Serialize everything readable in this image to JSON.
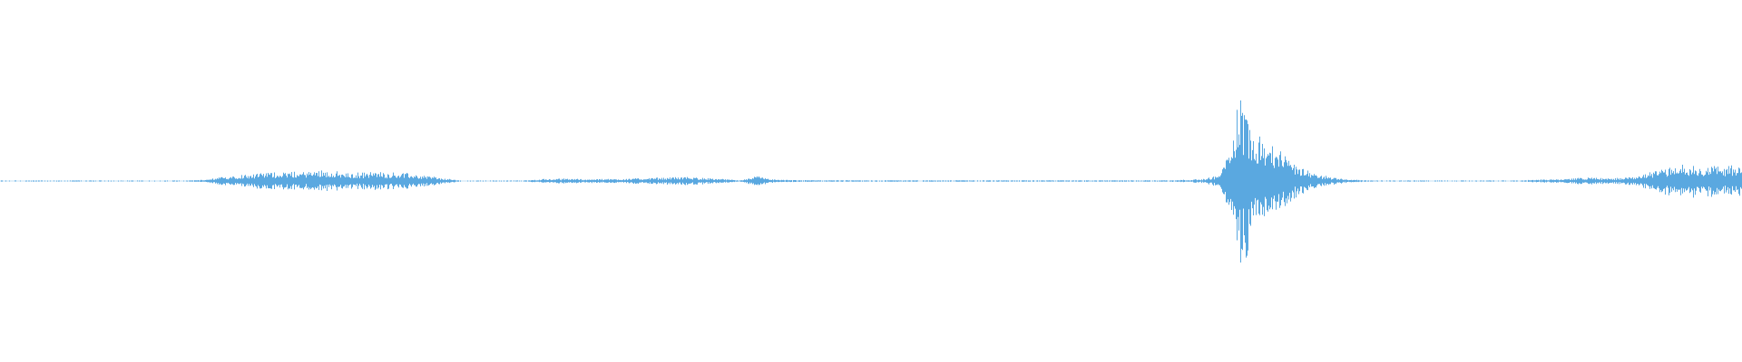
{
  "waveform": {
    "color": "#5aa8e0",
    "background": "#ffffff",
    "amplitude_envelope": [
      [
        0.0,
        0.004
      ],
      [
        0.015,
        0.004
      ],
      [
        0.03,
        0.0
      ],
      [
        0.055,
        0.003
      ],
      [
        0.075,
        0.003
      ],
      [
        0.095,
        0.0
      ],
      [
        0.105,
        0.003
      ],
      [
        0.118,
        0.01
      ],
      [
        0.128,
        0.035
      ],
      [
        0.14,
        0.055
      ],
      [
        0.155,
        0.075
      ],
      [
        0.17,
        0.07
      ],
      [
        0.185,
        0.09
      ],
      [
        0.2,
        0.06
      ],
      [
        0.215,
        0.075
      ],
      [
        0.23,
        0.065
      ],
      [
        0.245,
        0.045
      ],
      [
        0.255,
        0.02
      ],
      [
        0.265,
        0.004
      ],
      [
        0.3,
        0.004
      ],
      [
        0.31,
        0.015
      ],
      [
        0.325,
        0.02
      ],
      [
        0.34,
        0.015
      ],
      [
        0.355,
        0.018
      ],
      [
        0.375,
        0.025
      ],
      [
        0.395,
        0.035
      ],
      [
        0.41,
        0.02
      ],
      [
        0.425,
        0.006
      ],
      [
        0.435,
        0.04
      ],
      [
        0.445,
        0.01
      ],
      [
        0.47,
        0.006
      ],
      [
        0.52,
        0.006
      ],
      [
        0.56,
        0.006
      ],
      [
        0.6,
        0.006
      ],
      [
        0.64,
        0.006
      ],
      [
        0.67,
        0.006
      ],
      [
        0.69,
        0.015
      ],
      [
        0.7,
        0.05
      ],
      [
        0.705,
        0.25
      ],
      [
        0.708,
        0.5
      ],
      [
        0.712,
        0.7
      ],
      [
        0.716,
        0.6
      ],
      [
        0.72,
        0.42
      ],
      [
        0.725,
        0.38
      ],
      [
        0.73,
        0.3
      ],
      [
        0.738,
        0.2
      ],
      [
        0.745,
        0.12
      ],
      [
        0.755,
        0.06
      ],
      [
        0.765,
        0.03
      ],
      [
        0.775,
        0.012
      ],
      [
        0.79,
        0.003
      ],
      [
        0.83,
        0.003
      ],
      [
        0.87,
        0.003
      ],
      [
        0.88,
        0.01
      ],
      [
        0.895,
        0.015
      ],
      [
        0.91,
        0.03
      ],
      [
        0.925,
        0.02
      ],
      [
        0.94,
        0.04
      ],
      [
        0.955,
        0.11
      ],
      [
        0.975,
        0.13
      ],
      [
        0.99,
        0.12
      ],
      [
        1.0,
        0.14
      ]
    ]
  }
}
